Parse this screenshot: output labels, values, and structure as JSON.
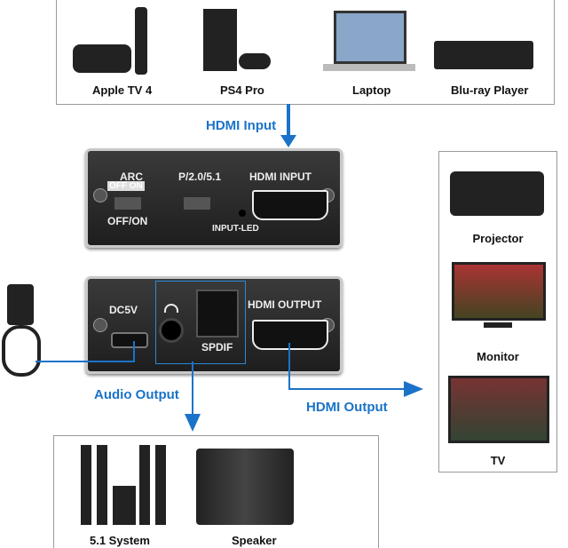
{
  "sources": {
    "items": [
      {
        "label": "Apple TV 4",
        "icon": "apple-tv-icon"
      },
      {
        "label": "PS4 Pro",
        "icon": "ps4-icon"
      },
      {
        "label": "Laptop",
        "icon": "laptop-icon"
      },
      {
        "label": "Blu-ray Player",
        "icon": "bluray-icon"
      }
    ]
  },
  "hdmi_input_label": "HDMI  Input",
  "device_front": {
    "arc": "ARC",
    "arc_sub": "OFF ON",
    "off_on": "OFF/ON",
    "mode": "P/2.0/5.1",
    "hdmi_input": "HDMI  INPUT",
    "led": "INPUT-LED"
  },
  "device_back": {
    "dc": "DC5V",
    "spdif": "SPDIF",
    "hdmi_output": "HDMI  OUTPUT"
  },
  "audio_output_label": "Audio Output",
  "hdmi_output_label": "HDMI Output",
  "displays": {
    "items": [
      {
        "label": "Projector"
      },
      {
        "label": "Monitor"
      },
      {
        "label": "TV"
      }
    ]
  },
  "audio": {
    "items": [
      {
        "label": "5.1 System"
      },
      {
        "label": "Speaker"
      }
    ]
  },
  "colors": {
    "accent": "#1a73c8",
    "device": "#2a2a2a"
  }
}
